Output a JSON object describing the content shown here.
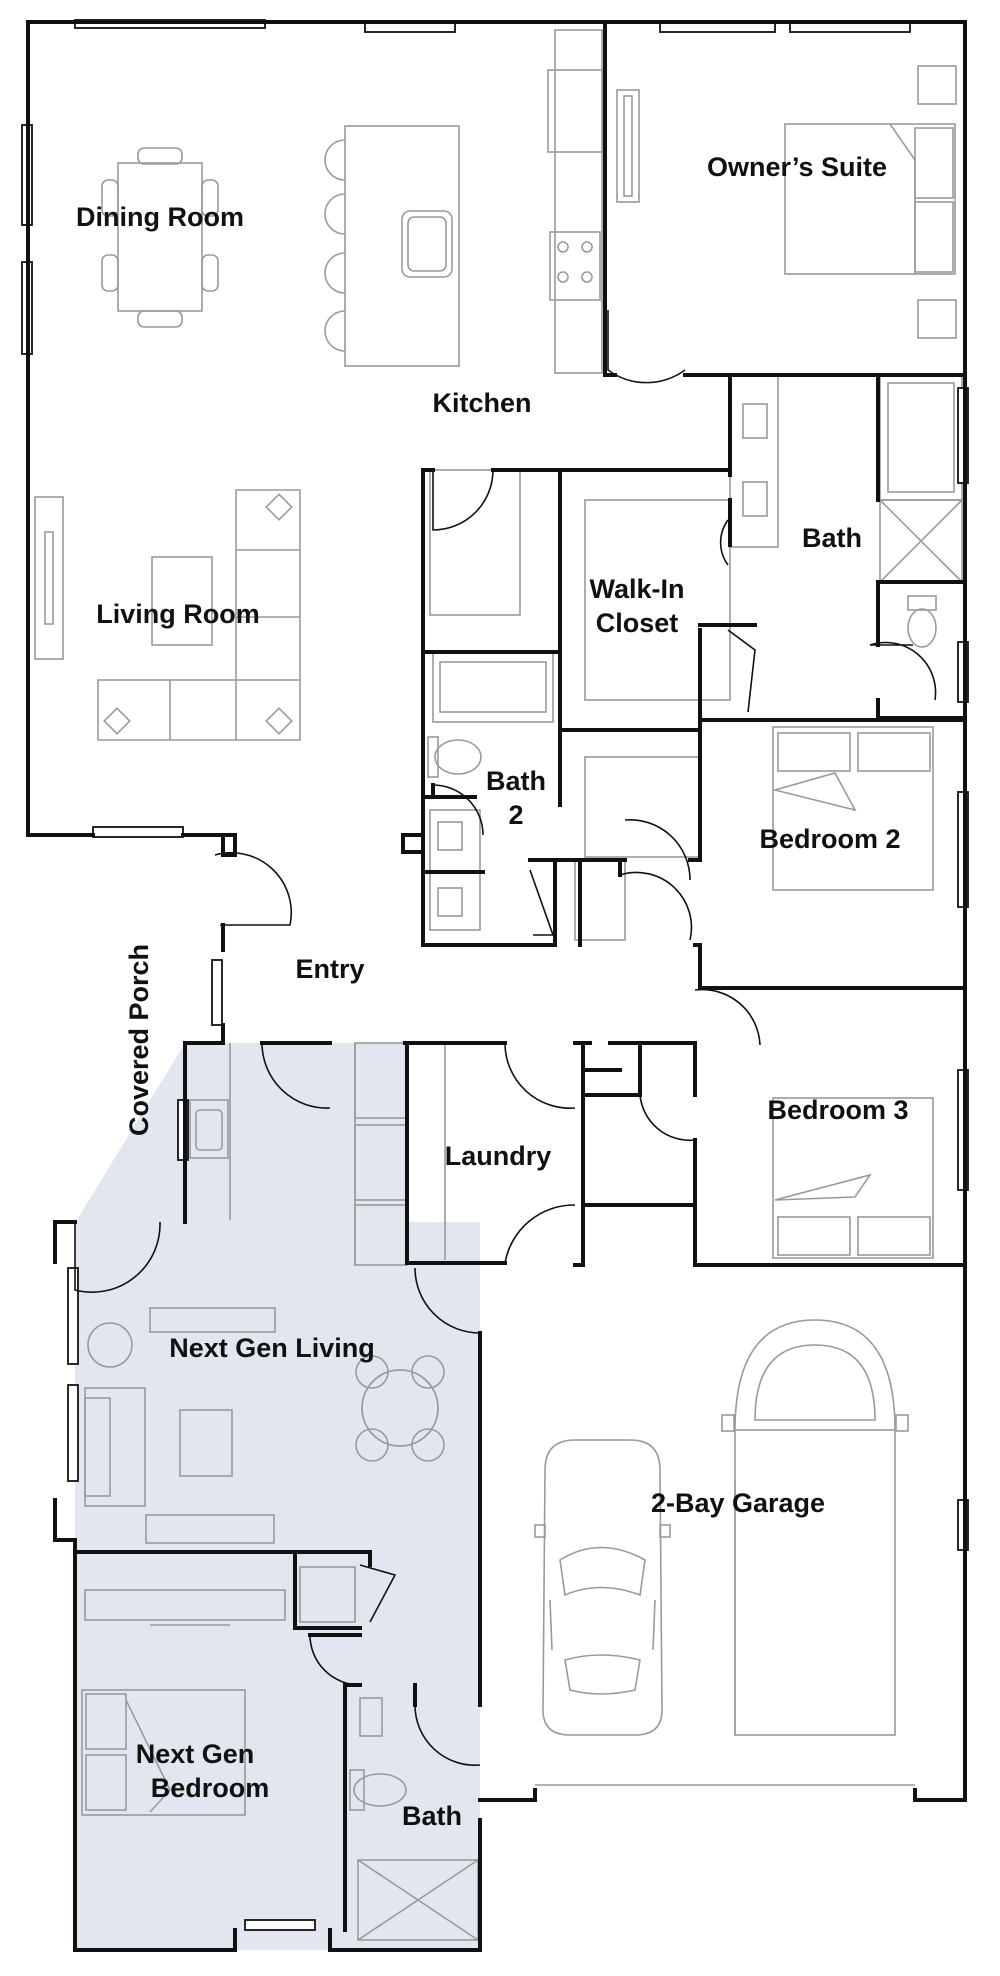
{
  "plan": {
    "colors": {
      "wall": "#111111",
      "furniture": "#9a9a9a",
      "next_gen_shade": "#e2e6ef",
      "background": "#ffffff"
    },
    "rooms": {
      "dining_room": "Dining Room",
      "kitchen": "Kitchen",
      "owners_suite": "Owner’s Suite",
      "living_room": "Living Room",
      "bath": "Bath",
      "walk_in_closet_line1": "Walk-In",
      "walk_in_closet_line2": "Closet",
      "bath2_line1": "Bath",
      "bath2_line2": "2",
      "bedroom2": "Bedroom 2",
      "entry": "Entry",
      "covered_porch": "Covered Porch",
      "bedroom3": "Bedroom 3",
      "laundry": "Laundry",
      "next_gen_living": "Next Gen Living",
      "garage": "2-Bay Garage",
      "next_gen_bedroom_line1": "Next Gen",
      "next_gen_bedroom_line2": "Bedroom",
      "next_gen_bath": "Bath"
    }
  }
}
